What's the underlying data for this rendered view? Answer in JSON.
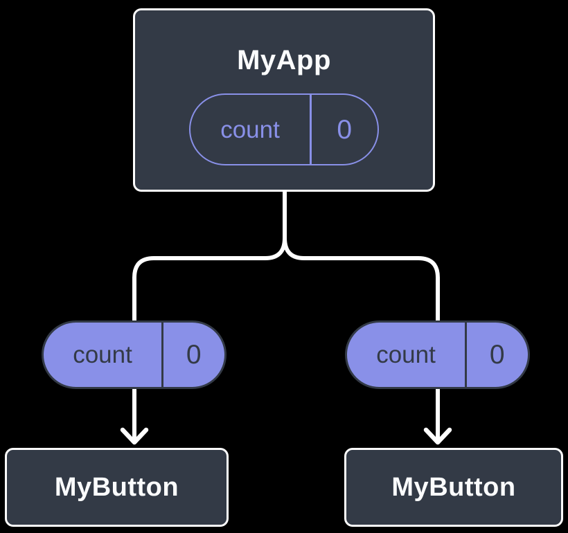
{
  "diagram_type": "react-component-tree",
  "colors": {
    "background": "#000000",
    "card_fill": "#333a46",
    "card_border": "#ffffff",
    "accent_purple": "#8990e8",
    "dark_text": "#333a46",
    "light_text": "#fbfcfd",
    "connector": "#ffffff"
  },
  "root": {
    "title": "MyApp",
    "state": {
      "name": "count",
      "value": "0"
    }
  },
  "props": [
    {
      "name": "count",
      "value": "0"
    },
    {
      "name": "count",
      "value": "0"
    }
  ],
  "children": [
    {
      "title": "MyButton"
    },
    {
      "title": "MyButton"
    }
  ]
}
